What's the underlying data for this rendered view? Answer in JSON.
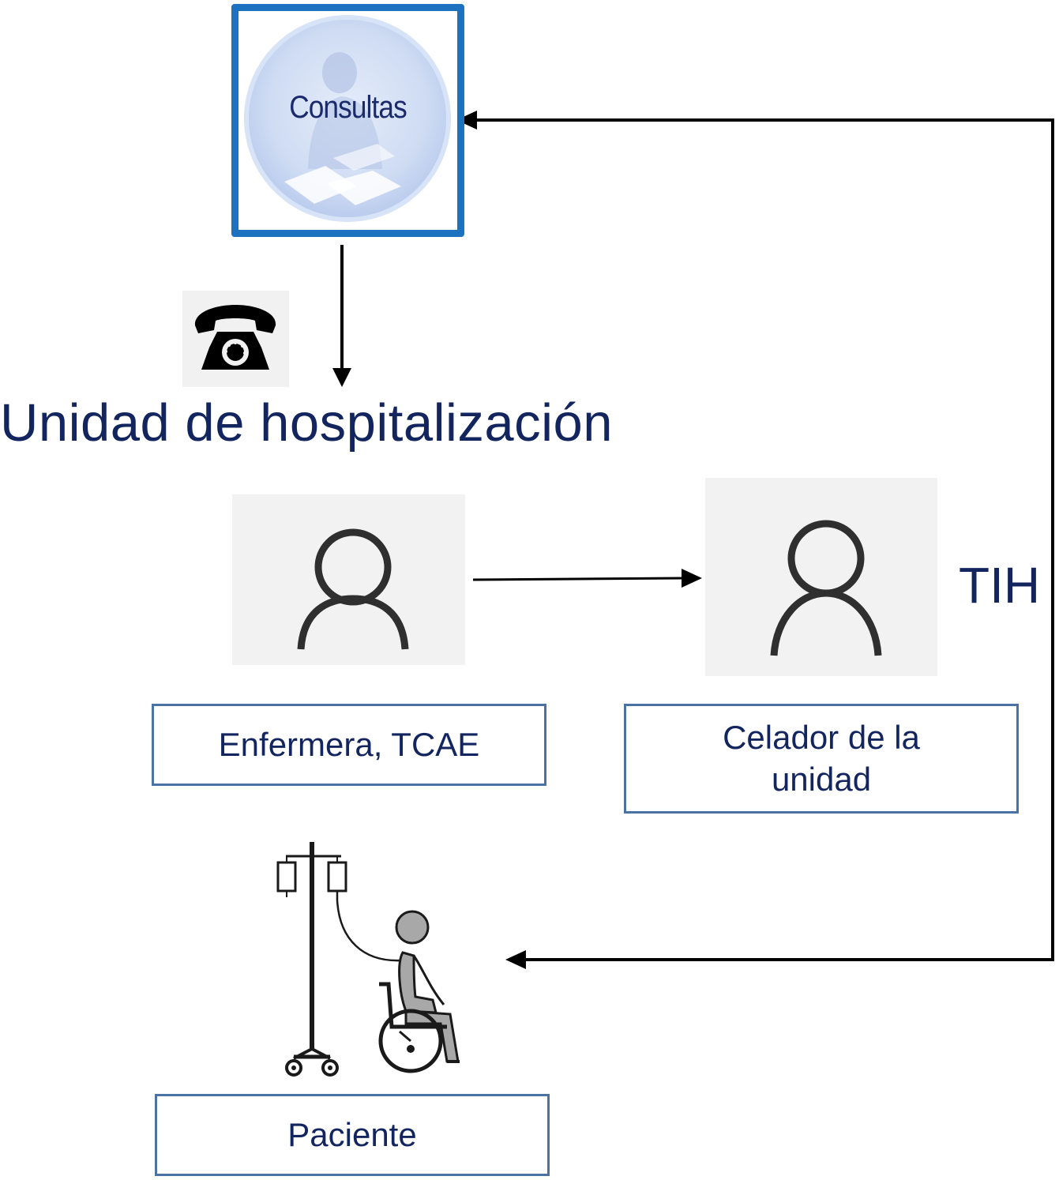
{
  "consultas": {
    "label": "Consultas",
    "border_color": "#1d72c0",
    "icon": "doctor-at-desk-icon"
  },
  "phone": {
    "icon": "telephone-icon"
  },
  "unit": {
    "title": "Unidad de hospitalización"
  },
  "transfer_label": "TIH",
  "roles": {
    "nurse": "Enfermera, TCAE",
    "orderly": "Celador de la unidad",
    "patient": "Paciente"
  },
  "icons": {
    "person": "person-icon",
    "patient": "patient-in-wheelchair-with-iv-icon"
  },
  "colors": {
    "text": "#13255e",
    "box_border": "#4a73a3",
    "arrow": "#000000"
  }
}
